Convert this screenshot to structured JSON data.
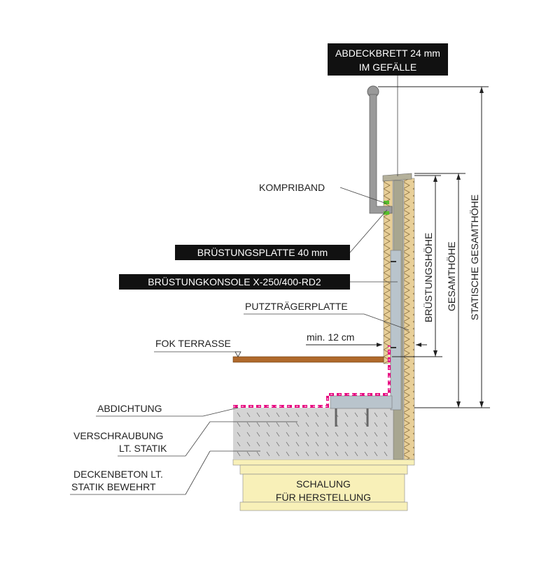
{
  "labels": {
    "abdeckbrett_line1": "ABDECKBRETT 24 mm",
    "abdeckbrett_line2": "IM GEFÄLLE",
    "kompriband": "KOMPRIBAND",
    "bruestungsplatte": "BRÜSTUNGSPLATTE 40 mm",
    "bruestungkonsole": "BRÜSTUNGKONSOLE X-250/400-RD2",
    "putztraegerplatte": "PUTZTRÄGERPLATTE",
    "min_dimension": "min. 12 cm",
    "fok_terrasse": "FOK TERRASSE",
    "abdichtung": "ABDICHTUNG",
    "verschraubung_line1": "VERSCHRAUBUNG",
    "verschraubung_line2": "LT. STATIK",
    "deckenbeton_line1": "DECKENBETON LT.",
    "deckenbeton_line2": "STATIK BEWEHRT",
    "schalung_line1": "SCHALUNG",
    "schalung_line2": "FÜR HERSTELLUNG",
    "bruestungshoehe": "BRÜSTUNGSHÖHE",
    "gesamthoehe": "GESAMTHÖHE",
    "statische_gesamthoehe": "STATISCHE GESAMTHÖHE"
  },
  "colors": {
    "insulation": "#e8cf98",
    "concrete": "#d4d4d4",
    "console": "#b9c4cc",
    "wall_core": "#a8a690",
    "terrace": "#b06a2c",
    "waterproofing": "#e6007e",
    "formwork": "#f8f0b8",
    "label_box": "#111111"
  }
}
